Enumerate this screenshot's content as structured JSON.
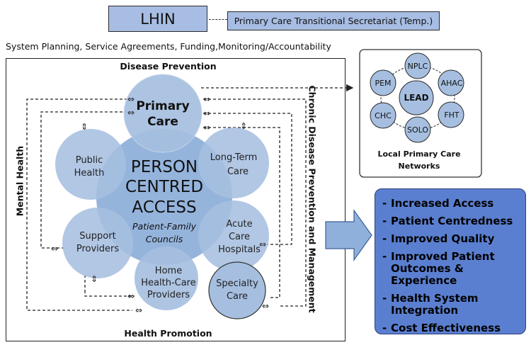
{
  "header": {
    "lhin": "LHIN",
    "secretariat": "Primary Care Transitional Secretariat (Temp.)",
    "system_line": "System Planning, Service Agreements, Funding,Monitoring/Accountability"
  },
  "frame": {
    "top_label": "Disease Prevention",
    "bottom_label": "Health Promotion",
    "left_label": "Mental Health",
    "right_label": "Chronic Disease Prevention and Management"
  },
  "center": {
    "line1": "PERSON",
    "line2": "CENTRED",
    "line3": "ACCESS",
    "sub1": "Patient-Family",
    "sub2": "Councils"
  },
  "nodes": {
    "primary_care": [
      "Primary",
      "Care"
    ],
    "long_term_care": [
      "Long-Term",
      "Care"
    ],
    "acute_care": [
      "Acute",
      "Care",
      "Hospitals"
    ],
    "home_health": [
      "Home",
      "Health-Care",
      "Providers"
    ],
    "support": [
      "Support",
      "Providers"
    ],
    "public_health": [
      "Public",
      "Health"
    ],
    "specialty": [
      "Specialty",
      "Care"
    ]
  },
  "network": {
    "center": "LEAD",
    "top": "NPLC",
    "upper_right": "AHAC",
    "lower_right": "FHT",
    "bottom": "SOLO",
    "lower_left": "CHC",
    "upper_left": "PEM",
    "caption1": "Local Primary Care",
    "caption2": "Networks"
  },
  "arrows": {
    "horizontal": "⇔",
    "vertical": "⇕"
  },
  "outcomes": [
    "Increased Access",
    "Patient Centredness",
    "Improved Quality",
    "Improved Patient Outcomes & Experience",
    "Health System Integration",
    "Cost Effectiveness"
  ],
  "colors": {
    "header_box": "#a7bde3",
    "circle": "#a6bfe0",
    "circle_mid": "#8fb0da",
    "outcomes_box": "#5b7fd0",
    "arrow_fill": "#8fb0da"
  }
}
